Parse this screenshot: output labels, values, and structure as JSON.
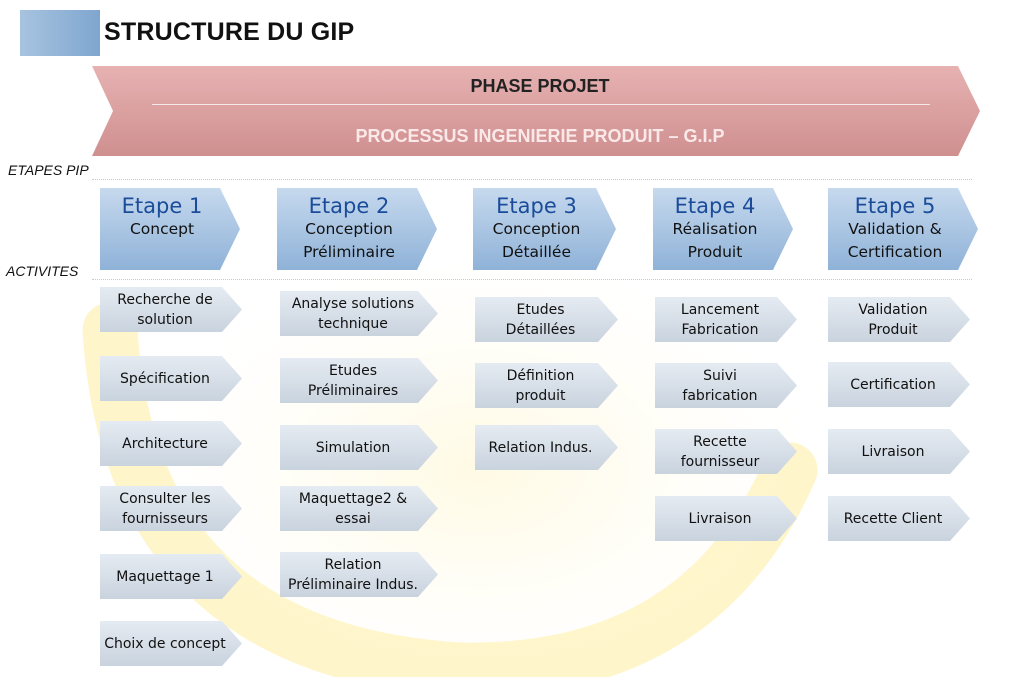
{
  "title": "STRUCTURE DU GIP",
  "labels": {
    "etapes_pip": "ETAPES PIP",
    "activites": "ACTIVITES"
  },
  "banner": {
    "phase": "PHASE PROJET",
    "process": "PROCESSUS INGENIERIE PRODUIT – G.I.P"
  },
  "etapes": [
    {
      "num": "Etape 1",
      "name": "Concept"
    },
    {
      "num": "Etape 2",
      "name": "Conception\nPréliminaire"
    },
    {
      "num": "Etape 3",
      "name": "Conception\nDétaillée"
    },
    {
      "num": "Etape 4",
      "name": "Réalisation\nProduit"
    },
    {
      "num": "Etape 5",
      "name": "Validation &\nCertification"
    }
  ],
  "activities": [
    [
      "Recherche de\nsolution",
      "Spécification",
      "Architecture",
      "Consulter les\nfournisseurs",
      "Maquettage 1",
      "Choix de concept"
    ],
    [
      "Analyse solutions\ntechnique",
      "Etudes\nPréliminaires",
      "Simulation",
      "Maquettage2 &\nessai",
      "Relation\nPréliminaire Indus."
    ],
    [
      "Etudes\nDétaillées",
      "Définition\nproduit",
      "Relation Indus."
    ],
    [
      "Lancement\nFabrication",
      "Suivi\nfabrication",
      "Recette\nfournisseur",
      "Livraison"
    ],
    [
      "Validation\nProduit",
      "Certification",
      "Livraison",
      "Recette Client"
    ]
  ],
  "colors": {
    "banner": "#d99c9c",
    "etape_box": "#8fb2d8",
    "etape_number": "#1a4c9a",
    "activity_box": "#d6dee7",
    "background_arc": "#fff3c4"
  }
}
